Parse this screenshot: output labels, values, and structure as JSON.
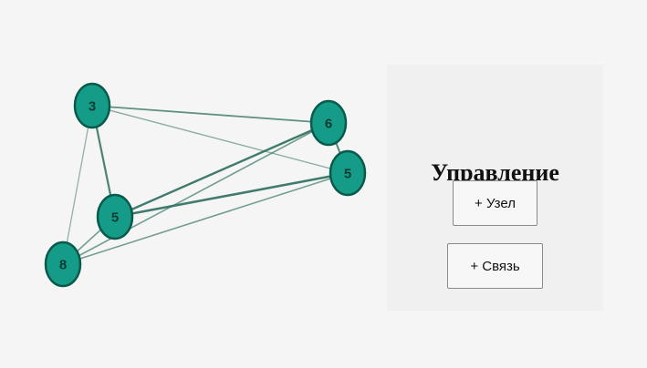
{
  "colors": {
    "background": "#f5f5f5",
    "panel_background": "#f0f0f0",
    "node_fill": "#159c88",
    "node_stroke": "#0a5a4b",
    "node_label": "#0b3a33",
    "edge": "#2e6e5e"
  },
  "graph": {
    "nodes": [
      {
        "id": "n1",
        "label": "3"
      },
      {
        "id": "n2",
        "label": "6"
      },
      {
        "id": "n3",
        "label": "5"
      },
      {
        "id": "n4",
        "label": "5"
      },
      {
        "id": "n5",
        "label": "8"
      }
    ],
    "edges": [
      {
        "source": "n1",
        "target": "n2"
      },
      {
        "source": "n1",
        "target": "n3"
      },
      {
        "source": "n1",
        "target": "n4"
      },
      {
        "source": "n1",
        "target": "n5"
      },
      {
        "source": "n2",
        "target": "n3"
      },
      {
        "source": "n4",
        "target": "n2"
      },
      {
        "source": "n4",
        "target": "n3"
      },
      {
        "source": "n5",
        "target": "n2"
      },
      {
        "source": "n5",
        "target": "n3"
      },
      {
        "source": "n5",
        "target": "n4"
      }
    ]
  },
  "panel": {
    "title": "Управление",
    "add_node_label": "+ Узел",
    "add_edge_label": "+ Связь"
  }
}
